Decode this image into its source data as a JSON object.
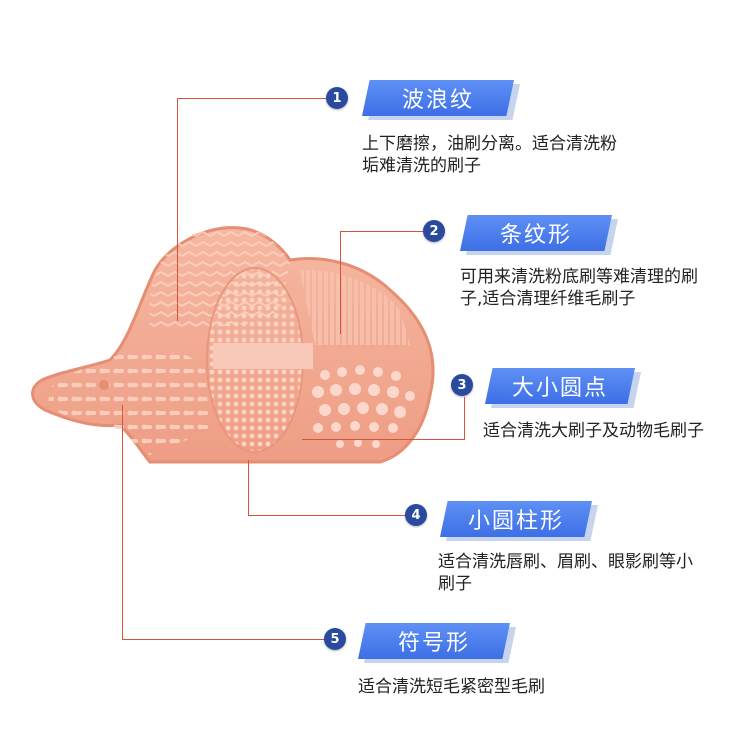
{
  "features": [
    {
      "number": "1",
      "title": "波浪纹",
      "desc": "上下磨擦，油刷分离。适合清洗粉垢难清洗的刷子"
    },
    {
      "number": "2",
      "title": "条纹形",
      "desc": "可用来清洗粉底刷等难清理的刷子,适合清理纤维毛刷子"
    },
    {
      "number": "3",
      "title": "大小圆点",
      "desc": "适合清洗大刷子及动物毛刷子"
    },
    {
      "number": "4",
      "title": "小圆柱形",
      "desc": "适合清洗唇刷、眉刷、眼影刷等小刷子"
    },
    {
      "number": "5",
      "title": "符号形",
      "desc": "适合清洗短毛紧密型毛刷"
    }
  ],
  "colors": {
    "pad": "#f2a58c",
    "pad_dark": "#e98f76",
    "accent": "#4a7be8",
    "badge": "#2a4a9e",
    "leader": "#d4553c"
  }
}
